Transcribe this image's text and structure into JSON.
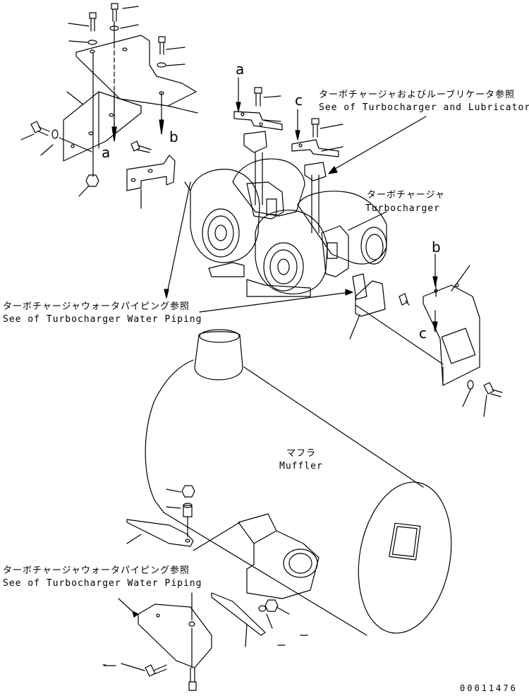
{
  "labels": {
    "turbo_lube_jp": "ターボチャージャおよびルーブリケータ参照",
    "turbo_lube_en": "See of Turbocharger and Lubricator",
    "turbo_jp": "ターボチャージャ",
    "turbo_en": "Turbocharger",
    "water_piping_jp_1": "ターボチャージャウォータパイピング参照",
    "water_piping_en_1": "See of Turbocharger Water Piping",
    "muffler_jp": "マフラ",
    "muffler_en": "Muffler",
    "water_piping_jp_2": "ターボチャージャウォータパイピング参照",
    "water_piping_en_2": "See of Turbocharger Water Piping"
  },
  "refs": {
    "a1": "a",
    "a2": "a",
    "b1": "b",
    "b2": "b",
    "c1": "c",
    "c2": "c"
  },
  "doc_number": "00011476"
}
